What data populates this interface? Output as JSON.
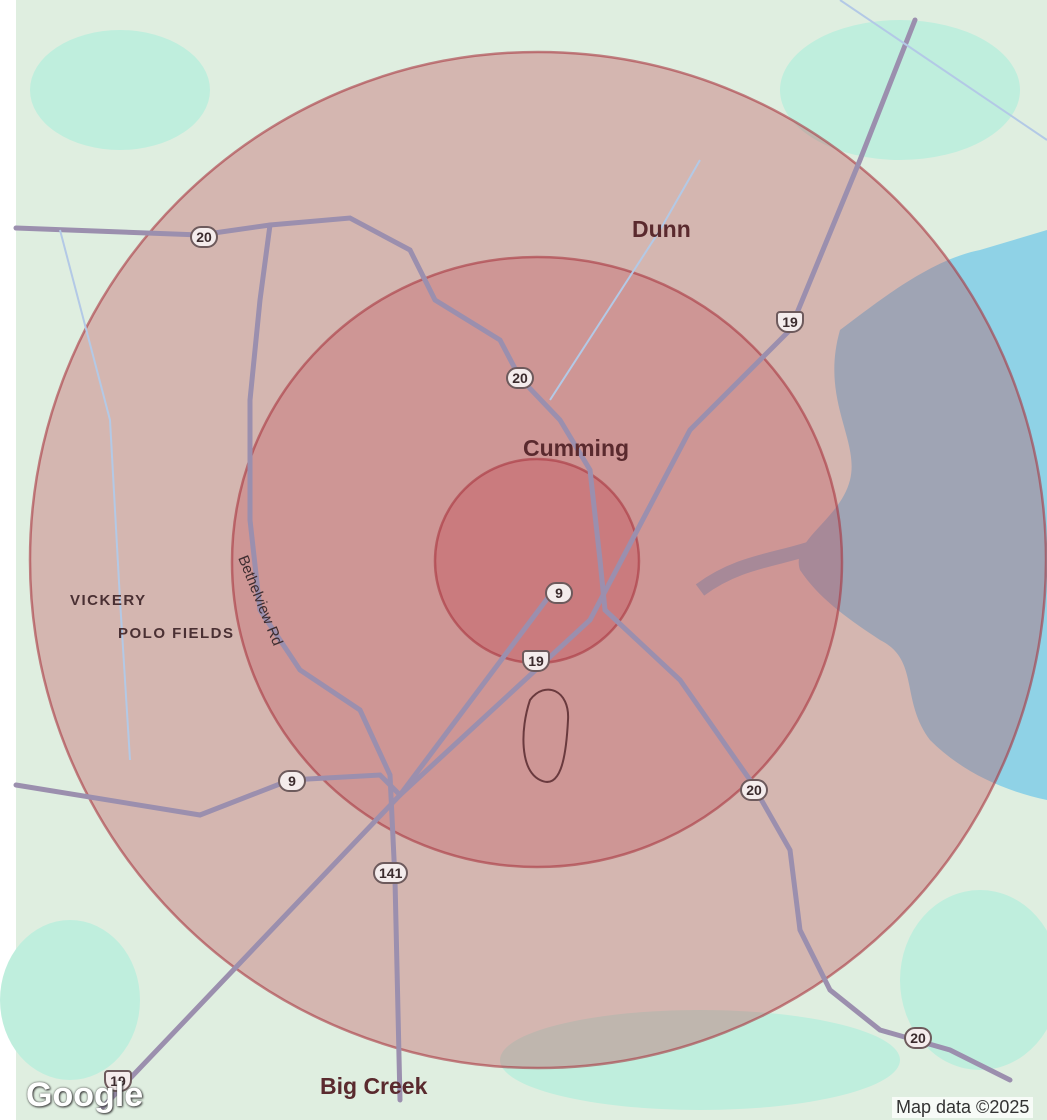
{
  "map": {
    "places": {
      "dunn": "Dunn",
      "cumming": "Cumming",
      "vickery": "VICKERY",
      "polo_fields": "POLO FIELDS",
      "big_creek": "Big Creek"
    },
    "roads": {
      "bethelview": "Bethelview Rd"
    },
    "shields": {
      "r20_a": "20",
      "r20_b": "20",
      "r20_c": "20",
      "r20_d": "20",
      "r9_a": "9",
      "r9_b": "9",
      "us19_a": "19",
      "us19_b": "19",
      "us19_c": "19",
      "r141": "141"
    },
    "logo": "Google",
    "attribution": "Map data ©2025"
  },
  "colors": {
    "land": "#e6efe2",
    "park": "#bfeedd",
    "water": "#8fd2e6",
    "radius_fill": "#c0454f",
    "radius_stroke": "#a9353f",
    "road": "#9b8fae"
  }
}
